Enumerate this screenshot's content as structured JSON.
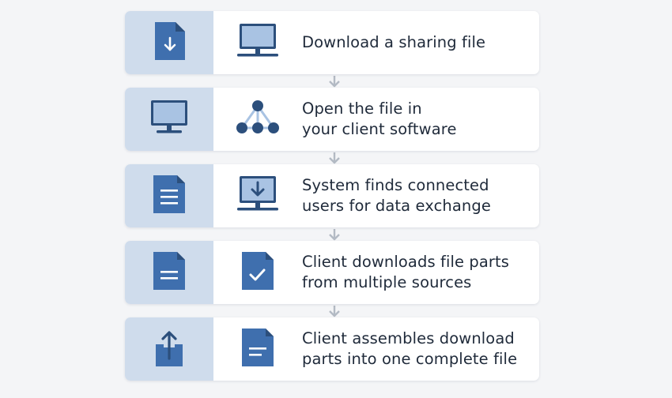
{
  "steps": [
    {
      "label": "Download a sharing file",
      "left_icon": "file-download-icon",
      "mid_icon": "monitor-icon"
    },
    {
      "label": "Open the file in\nyour client software",
      "left_icon": "monitor-icon",
      "mid_icon": "network-nodes-icon"
    },
    {
      "label": "System finds connected\nusers for data exchange",
      "left_icon": "document-lines-icon",
      "mid_icon": "monitor-download-icon"
    },
    {
      "label": "Client downloads file parts\nfrom multiple sources",
      "left_icon": "document-lines-icon",
      "mid_icon": "document-check-icon"
    },
    {
      "label": "Client assembles download\nparts into one complete file",
      "left_icon": "upload-box-icon",
      "mid_icon": "document-lines-icon"
    }
  ],
  "colors": {
    "accent": "#3f6fae",
    "accent_dark": "#2c4f7c",
    "panel": "#cfdcec",
    "arrow": "#b3bac4"
  }
}
